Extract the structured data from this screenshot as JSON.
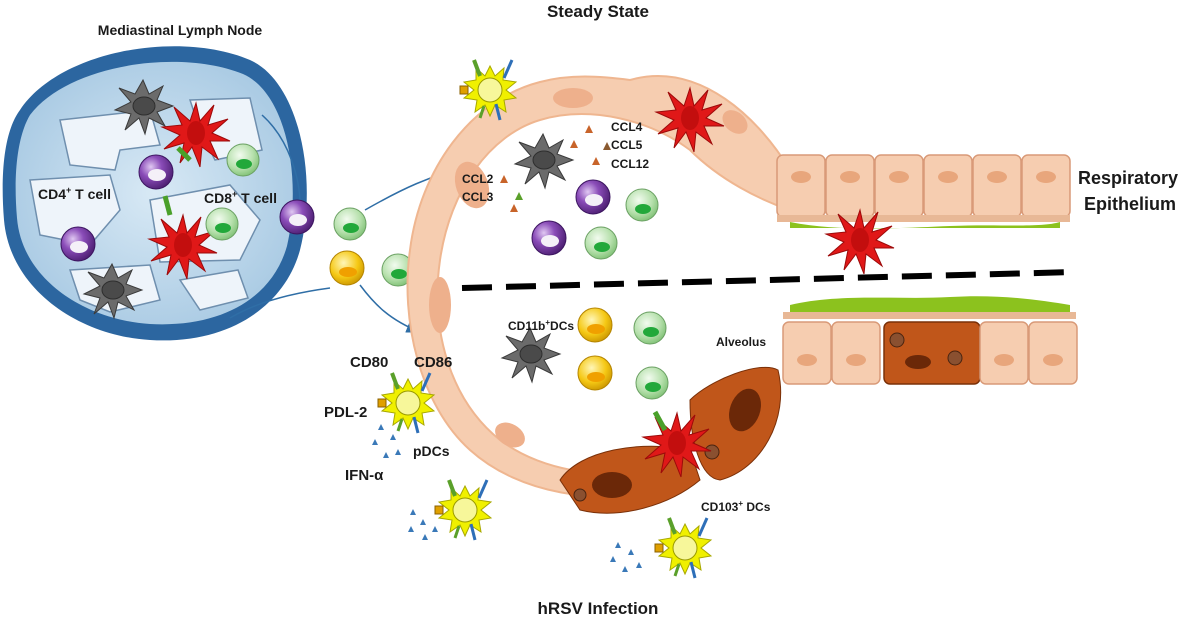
{
  "labels": {
    "lymph_node_title": "Mediastinal Lymph Node",
    "steady_state": "Steady State",
    "hrsv_infection": "hRSV Infection",
    "respiratory": "Respiratory",
    "epithelium": "Epithelium",
    "cd4_main": "CD4",
    "cd4_sup": "+",
    "cd4_rest": " T cell",
    "cd8_main": "CD8",
    "cd8_sup": "+",
    "cd8_rest": " T cell",
    "ccl4": "CCL4",
    "ccl5": "CCL5",
    "ccl12": "CCL12",
    "ccl2": "CCL2",
    "ccl3": "CCL3",
    "cd11b_main": "CD11b",
    "cd11b_sup": "+",
    "cd11b_rest": "DCs",
    "alveolus": "Alveolus",
    "cd80": "CD80",
    "cd86": "CD86",
    "pdl2": "PDL-2",
    "pdcs": "pDCs",
    "ifn": "IFN-α",
    "cd103_main": "CD103",
    "cd103_sup": "+",
    "cd103_rest": " DCs"
  },
  "colors": {
    "lymph_node_outer": "#2f6ea6",
    "lymph_node_inner": "#b9d6ea",
    "alveolus_tissue": "#f6cdb0",
    "cell_nucleus": "#e8a67c",
    "infected_cell": "#c0561a",
    "cd4_t_cell": "#7b3fa6",
    "cd8_t_cell": "#a8d8a0",
    "yellow_cell": "#f2c21a",
    "pdc": "#f0f000",
    "cd103_dc": "#e01818",
    "cd11b_dc": "#6e6e6e",
    "mucus": "#8cc21e",
    "ifn_dots": "#3a79b8"
  },
  "icons": [
    "lymph-node-icon",
    "t-cell-icon",
    "dendritic-cell-icon",
    "pdc-icon",
    "epithelial-cell-icon",
    "arrow-icon"
  ]
}
